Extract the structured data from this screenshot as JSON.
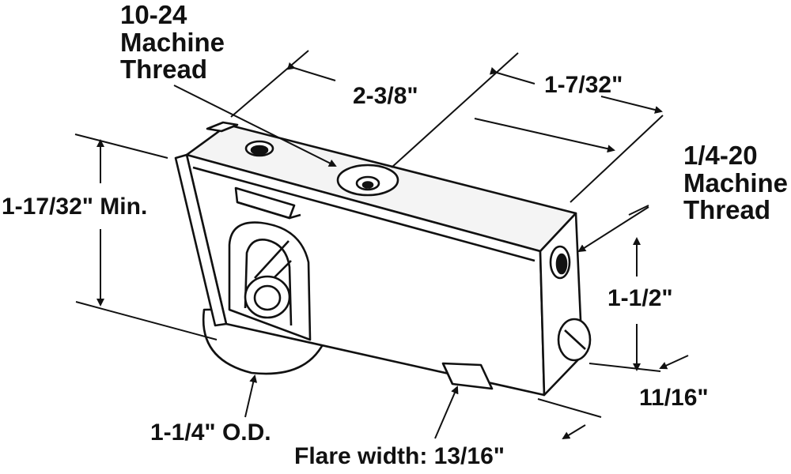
{
  "labels": {
    "thread_10_24": [
      "10-24",
      "Machine",
      "Thread"
    ],
    "thread_1_4_20": [
      "1/4-20",
      "Machine",
      "Thread"
    ],
    "overall_length": "2-3/8\"",
    "top_depth": "1-7/32\"",
    "min_height": "1-17/32\" Min.",
    "body_height": "1-1/2\"",
    "body_depth": "11/16\"",
    "wheel_od": "1-1/4\" O.D.",
    "flare_width": "Flare width: 13/16\""
  },
  "colors": {
    "line": "#111111",
    "fill": "#ffffff",
    "shade": "#e6e6e6"
  }
}
